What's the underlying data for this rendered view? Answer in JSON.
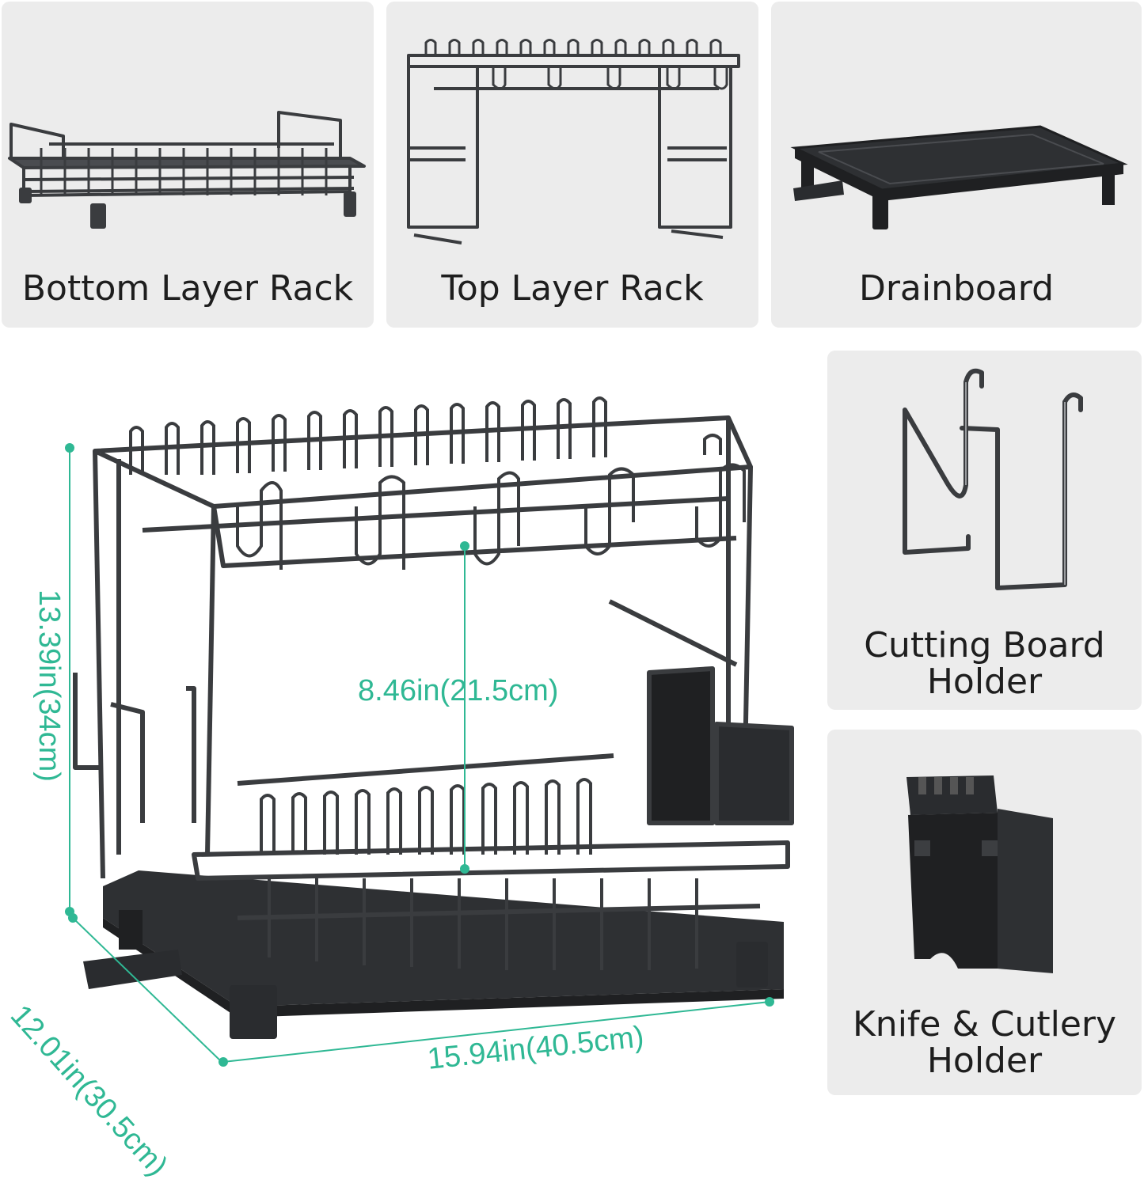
{
  "panels": {
    "bottom_layer": {
      "label": "Bottom Layer Rack"
    },
    "top_layer": {
      "label": "Top Layer Rack"
    },
    "drainboard": {
      "label": "Drainboard"
    },
    "cutting_board": {
      "label_line1": "Cutting Board",
      "label_line2": "Holder"
    },
    "knife_cutlery": {
      "label_line1": "Knife & Cutlery",
      "label_line2": "Holder"
    }
  },
  "dimensions": {
    "height": "13.39in(34cm)",
    "inner_height": "8.46in(21.5cm)",
    "depth": "12.01in(30.5cm)",
    "width": "15.94in(40.5cm)"
  },
  "colors": {
    "panel_bg": "#ececec",
    "product": "#3a3c3f",
    "accent": "#2fb894"
  }
}
